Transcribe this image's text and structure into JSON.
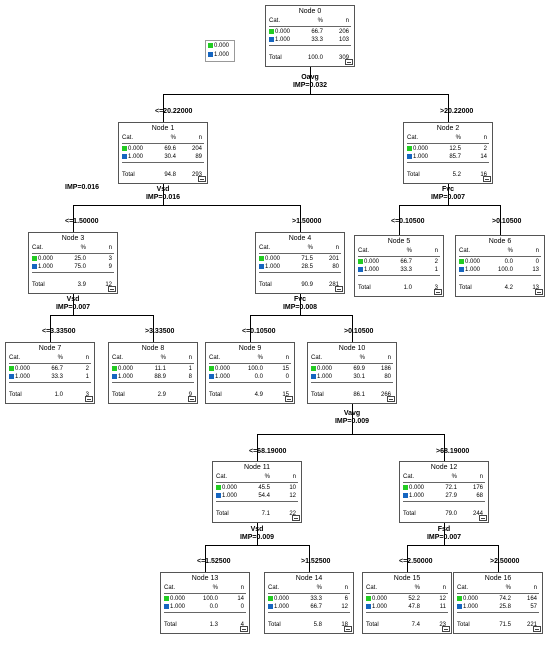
{
  "legend": [
    {
      "label": "0.000",
      "color": "#22cc22"
    },
    {
      "label": "1.000",
      "color": "#1565c0"
    }
  ],
  "table_headers": {
    "cat": "Cat.",
    "pct": "%",
    "n": "n"
  },
  "total_label": "Total",
  "category_colors": [
    "#22cc22",
    "#1565c0"
  ],
  "nodes": [
    {
      "title": "Node 0",
      "rows": [
        {
          "cat": "0.000",
          "pct": "66.7",
          "n": "206"
        },
        {
          "cat": "1.000",
          "pct": "33.3",
          "n": "103"
        }
      ],
      "total_pct": "100.0",
      "total_n": "309"
    },
    {
      "title": "Node 1",
      "rows": [
        {
          "cat": "0.000",
          "pct": "69.6",
          "n": "204"
        },
        {
          "cat": "1.000",
          "pct": "30.4",
          "n": "89"
        }
      ],
      "total_pct": "94.8",
      "total_n": "293"
    },
    {
      "title": "Node 2",
      "rows": [
        {
          "cat": "0.000",
          "pct": "12.5",
          "n": "2"
        },
        {
          "cat": "1.000",
          "pct": "85.7",
          "n": "14"
        }
      ],
      "total_pct": "5.2",
      "total_n": "16"
    },
    {
      "title": "Node 3",
      "rows": [
        {
          "cat": "0.000",
          "pct": "25.0",
          "n": "3"
        },
        {
          "cat": "1.000",
          "pct": "75.0",
          "n": "9"
        }
      ],
      "total_pct": "3.9",
      "total_n": "12"
    },
    {
      "title": "Node 4",
      "rows": [
        {
          "cat": "0.000",
          "pct": "71.5",
          "n": "201"
        },
        {
          "cat": "1.000",
          "pct": "28.5",
          "n": "80"
        }
      ],
      "total_pct": "90.9",
      "total_n": "281"
    },
    {
      "title": "Node 5",
      "rows": [
        {
          "cat": "0.000",
          "pct": "66.7",
          "n": "2"
        },
        {
          "cat": "1.000",
          "pct": "33.3",
          "n": "1"
        }
      ],
      "total_pct": "1.0",
      "total_n": "3"
    },
    {
      "title": "Node 6",
      "rows": [
        {
          "cat": "0.000",
          "pct": "0.0",
          "n": "0"
        },
        {
          "cat": "1.000",
          "pct": "100.0",
          "n": "13"
        }
      ],
      "total_pct": "4.2",
      "total_n": "13"
    },
    {
      "title": "Node 7",
      "rows": [
        {
          "cat": "0.000",
          "pct": "66.7",
          "n": "2"
        },
        {
          "cat": "1.000",
          "pct": "33.3",
          "n": "1"
        }
      ],
      "total_pct": "1.0",
      "total_n": "3"
    },
    {
      "title": "Node 8",
      "rows": [
        {
          "cat": "0.000",
          "pct": "11.1",
          "n": "1"
        },
        {
          "cat": "1.000",
          "pct": "88.9",
          "n": "8"
        }
      ],
      "total_pct": "2.9",
      "total_n": "9"
    },
    {
      "title": "Node 9",
      "rows": [
        {
          "cat": "0.000",
          "pct": "100.0",
          "n": "15"
        },
        {
          "cat": "1.000",
          "pct": "0.0",
          "n": "0"
        }
      ],
      "total_pct": "4.9",
      "total_n": "15"
    },
    {
      "title": "Node 10",
      "rows": [
        {
          "cat": "0.000",
          "pct": "69.9",
          "n": "186"
        },
        {
          "cat": "1.000",
          "pct": "30.1",
          "n": "80"
        }
      ],
      "total_pct": "86.1",
      "total_n": "266"
    },
    {
      "title": "Node 11",
      "rows": [
        {
          "cat": "0.000",
          "pct": "45.5",
          "n": "10"
        },
        {
          "cat": "1.000",
          "pct": "54.4",
          "n": "12"
        }
      ],
      "total_pct": "7.1",
      "total_n": "22"
    },
    {
      "title": "Node 12",
      "rows": [
        {
          "cat": "0.000",
          "pct": "72.1",
          "n": "176"
        },
        {
          "cat": "1.000",
          "pct": "27.9",
          "n": "68"
        }
      ],
      "total_pct": "79.0",
      "total_n": "244"
    },
    {
      "title": "Node 13",
      "rows": [
        {
          "cat": "0.000",
          "pct": "100.0",
          "n": "14"
        },
        {
          "cat": "1.000",
          "pct": "0.0",
          "n": "0"
        }
      ],
      "total_pct": "1.3",
      "total_n": "4"
    },
    {
      "title": "Node 14",
      "rows": [
        {
          "cat": "0.000",
          "pct": "33.3",
          "n": "6"
        },
        {
          "cat": "1.000",
          "pct": "66.7",
          "n": "12"
        }
      ],
      "total_pct": "5.8",
      "total_n": "18"
    },
    {
      "title": "Node 15",
      "rows": [
        {
          "cat": "0.000",
          "pct": "52.2",
          "n": "12"
        },
        {
          "cat": "1.000",
          "pct": "47.8",
          "n": "11"
        }
      ],
      "total_pct": "7.4",
      "total_n": "23"
    },
    {
      "title": "Node 16",
      "rows": [
        {
          "cat": "0.000",
          "pct": "74.2",
          "n": "164"
        },
        {
          "cat": "1.000",
          "pct": "25.8",
          "n": "57"
        }
      ],
      "total_pct": "71.5",
      "total_n": "221"
    }
  ],
  "splits": [
    {
      "variable": "Oavg",
      "imp": "IMP=0.032",
      "left": "<=20.22000",
      "right": ">20.22000"
    },
    {
      "variable": "Vsd",
      "imp": "IMP=0.016",
      "left": "<=1.50000",
      "right": ">1.50000"
    },
    {
      "variable": "Fvc",
      "imp": "IMP=0.007",
      "left": "<=0.10500",
      "right": ">0.10500"
    },
    {
      "variable": "Vsd",
      "imp": "IMP=0.007",
      "left": "<=3.33500",
      "right": ">3.33500"
    },
    {
      "variable": "Fvc",
      "imp": "IMP=0.008",
      "left": "<=0.10500",
      "right": ">0.10500"
    },
    {
      "variable": "Vavg",
      "imp": "IMP=0.009",
      "left": "<=68.19000",
      "right": ">68.19000"
    },
    {
      "variable": "Vsd",
      "imp": "IMP=0.009",
      "left": "<=1.52500",
      "right": ">1.52500"
    },
    {
      "variable": "Fsd",
      "imp": "IMP=0.007",
      "left": "<=2.50000",
      "right": ">2.50000"
    }
  ],
  "extra_label": "IMP=0.016"
}
